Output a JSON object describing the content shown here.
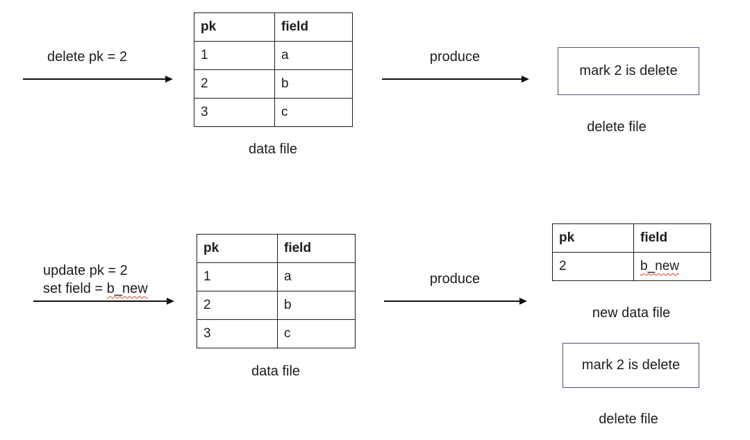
{
  "colors": {
    "background": "#ffffff",
    "text": "#1c1c1c",
    "table_border": "#1c1c1c",
    "note_box_border": "#44546a",
    "arrow": "#111111",
    "squiggle_underline": "#d8402f"
  },
  "top": {
    "action": "delete pk = 2",
    "produce": "produce",
    "table": {
      "headers": [
        "pk",
        "field"
      ],
      "rows": [
        [
          "1",
          "a"
        ],
        [
          "2",
          "b"
        ],
        [
          "3",
          "c"
        ]
      ],
      "caption": "data file"
    },
    "delete_box": "mark 2 is delete",
    "delete_caption": "delete file"
  },
  "bottom": {
    "action_line1": "update pk = 2",
    "action_line2_prefix": "set field = ",
    "action_line2_highlight": "b_new",
    "produce": "produce",
    "table": {
      "headers": [
        "pk",
        "field"
      ],
      "rows": [
        [
          "1",
          "a"
        ],
        [
          "2",
          "b"
        ],
        [
          "3",
          "c"
        ]
      ],
      "caption": "data file"
    },
    "new_table": {
      "headers": [
        "pk",
        "field"
      ],
      "row_pk": "2",
      "row_field": "b_new",
      "caption": "new data file"
    },
    "delete_box": "mark 2 is delete",
    "delete_caption": "delete file"
  }
}
